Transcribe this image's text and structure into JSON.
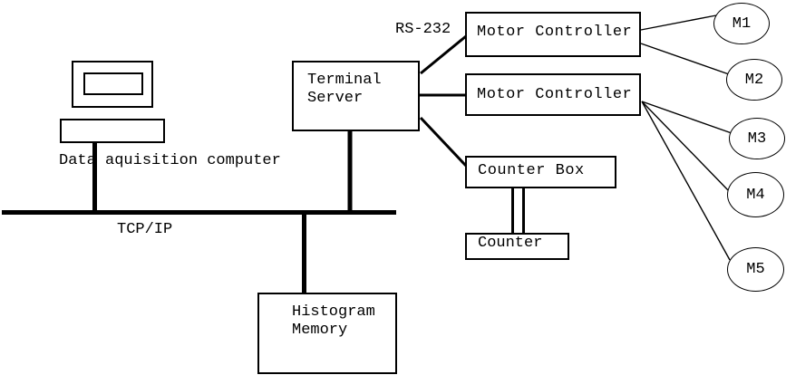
{
  "diagram": {
    "colors": {
      "line": "#000000",
      "background": "#ffffff"
    },
    "labels": {
      "rs232": "RS-232",
      "tcpip": "TCP/IP",
      "data_acquisition_computer": "Data aquisition computer"
    },
    "nodes": {
      "terminal_server": {
        "line1": "Terminal",
        "line2": "Server"
      },
      "motor_controller_1": "Motor Controller",
      "motor_controller_2": "Motor Controller",
      "counter_box": "Counter Box",
      "counter": "Counter",
      "histogram_memory": {
        "line1": "Histogram",
        "line2": "Memory"
      },
      "motors": [
        "M1",
        "M2",
        "M3",
        "M4",
        "M5"
      ]
    },
    "edges": [
      {
        "from": "data-acquisition-computer",
        "to": "tcpip-bus",
        "style": "thick"
      },
      {
        "from": "terminal-server",
        "to": "tcpip-bus",
        "style": "thick"
      },
      {
        "from": "tcpip-bus",
        "to": "histogram-memory",
        "style": "thick"
      },
      {
        "from": "terminal-server",
        "to": "motor-controller-1",
        "style": "medium",
        "label": "RS-232"
      },
      {
        "from": "terminal-server",
        "to": "motor-controller-2",
        "style": "medium"
      },
      {
        "from": "terminal-server",
        "to": "counter-box",
        "style": "medium"
      },
      {
        "from": "counter-box",
        "to": "counter",
        "style": "double"
      },
      {
        "from": "motor-controller-1",
        "to": "M1",
        "style": "thin"
      },
      {
        "from": "motor-controller-1",
        "to": "M2",
        "style": "thin"
      },
      {
        "from": "motor-controller-2",
        "to": "M3",
        "style": "thin"
      },
      {
        "from": "motor-controller-2",
        "to": "M4",
        "style": "thin"
      },
      {
        "from": "motor-controller-2",
        "to": "M5",
        "style": "thin"
      }
    ]
  }
}
